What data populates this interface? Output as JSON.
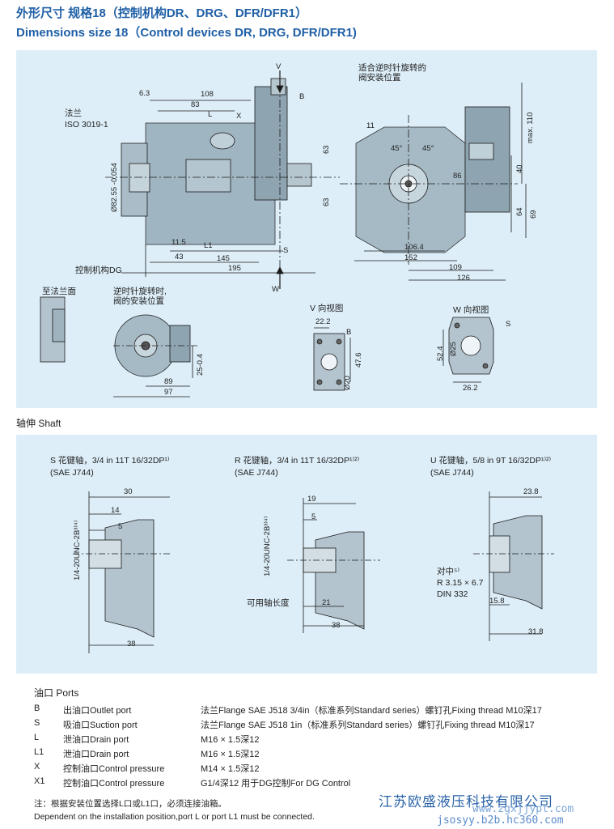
{
  "header": {
    "title_cn": "外形尺寸 规格18（控制机构DR、DRG、DFR/DFR1）",
    "title_en": "Dimensions size 18（Control devices DR, DRG, DFR/DFR1)"
  },
  "main_drawing": {
    "flange_label": "法兰",
    "flange_standard": "ISO 3019-1",
    "valve_position_ccw_main": "适合逆时针旋转的\n阀安装位置",
    "control_dg_label": "控制机构DG",
    "to_flange_face": "至法兰面",
    "valve_position_ccw_small": "逆时针旋转时,\n阀的安装位置",
    "view_v_title": "V 向视图",
    "view_w_title": "W 向视图",
    "markers": [
      "V",
      "W",
      "B",
      "L",
      "X",
      "S",
      "L1",
      "B",
      "S"
    ],
    "dims_side": [
      "6.3",
      "108",
      "83",
      "63",
      "63",
      "11.5",
      "43",
      "145",
      "195"
    ],
    "dim_diameter": "Ø82.55 -0.054",
    "dims_front": [
      "11",
      "45°",
      "45°",
      "86",
      "106.4",
      "152",
      "109",
      "126"
    ],
    "dims_front_v": [
      "max. 110",
      "40",
      "64",
      "69"
    ],
    "dims_dg": [
      "89",
      "97"
    ],
    "dims_dg_v": [
      "25-0.4"
    ],
    "dims_view_v": [
      "22.2",
      "47.6",
      "Ø20"
    ],
    "dims_view_w": [
      "52.4",
      "Ø25",
      "26.2"
    ]
  },
  "shaft_section": {
    "heading": "轴伸  Shaft",
    "s": {
      "title": "S 花键轴，3/4 in 11T 16/32DP¹⁾",
      "standard": "(SAE J744)",
      "dims": [
        "30",
        "14",
        "5",
        "38"
      ],
      "thread": "1/4-20UNC-2B³⁾⁴⁾"
    },
    "r": {
      "title": "R 花键轴，3/4 in 11T 16/32DP¹⁾²⁾",
      "standard": "(SAE J744)",
      "dims": [
        "19",
        "5",
        "21",
        "38"
      ],
      "thread": "1/4-20UNC-2B³⁾⁴⁾",
      "usable_length": "可用轴长度"
    },
    "u": {
      "title": "U 花键轴，5/8 in 9T 16/32DP¹⁾²⁾",
      "standard": "(SAE J744)",
      "dims": [
        "23.8",
        "15.8",
        "31.8"
      ],
      "centering": "对中⁵⁾",
      "centering_spec": "R 3.15 × 6.7",
      "centering_std": "DIN 332"
    }
  },
  "ports": {
    "heading": "油口 Ports",
    "rows": [
      {
        "code": "B",
        "name": "出油口Outlet port",
        "spec": "法兰Flange SAE J518 3/4in（标准系列Standard series）螺钉孔Fixing thread M10深17"
      },
      {
        "code": "S",
        "name": "吸油口Suction port",
        "spec": "法兰Flange SAE J518 1in（标准系列Standard series）螺钉孔Fixing thread M10深17"
      },
      {
        "code": "L",
        "name": "泄油口Drain port",
        "spec": "M16 × 1.5深12"
      },
      {
        "code": "L1",
        "name": "泄油口Drain port",
        "spec": "M16 × 1.5深12"
      },
      {
        "code": "X",
        "name": "控制油口Control pressure",
        "spec": "M14 × 1.5深12"
      },
      {
        "code": "X1",
        "name": "控制油口Control pressure",
        "spec": "G1/4深12 用于DG控制For DG Control"
      }
    ],
    "note_cn": "注：根据安装位置选择L口或L1口，必须连接油箱。",
    "note_en": "Dependent on the installation position,port L or port L1 must be connected."
  },
  "watermark": {
    "company": "江苏欧盛液压科技有限公司",
    "url1": "www.zgxjjypt.com",
    "url2": "jsosyy.b2b.hc360.com"
  },
  "colors": {
    "title_blue": "#1f5fa6",
    "panel_bg": "#ddeef8",
    "drawing_line": "#1a1a1a",
    "pump_body": "#8fa9b6"
  }
}
